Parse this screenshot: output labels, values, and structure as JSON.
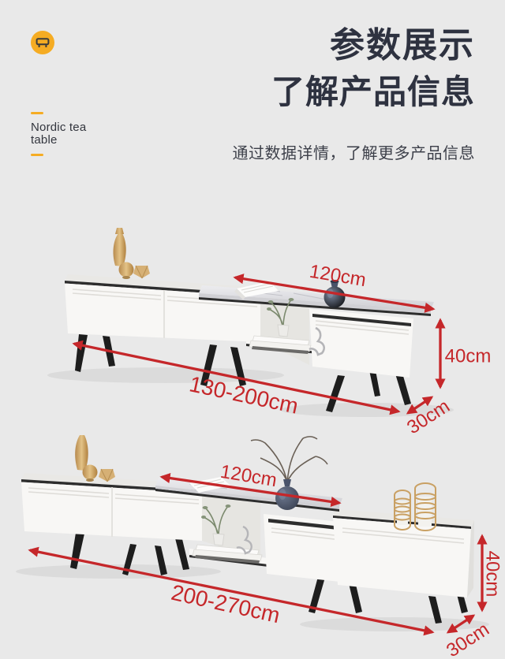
{
  "colors": {
    "background": "#e9e9e9",
    "accent_yellow": "#f5ac23",
    "heading": "#2e3240",
    "annotation_red": "#c5272a"
  },
  "header": {
    "badge_icon": "tea-table-icon",
    "tagline_line1": "Nordic tea",
    "tagline_line2": "table",
    "title_line1": "参数展示",
    "title_line2": "了解产品信息",
    "description": "通过数据详情，了解更多产品信息"
  },
  "products": {
    "variant1": {
      "top_length": "120cm",
      "height": "40cm",
      "length_range": "130-200cm",
      "depth": "30cm"
    },
    "variant2": {
      "top_length": "120cm",
      "height": "40cm",
      "length_range": "200-270cm",
      "depth": "30cm"
    }
  }
}
